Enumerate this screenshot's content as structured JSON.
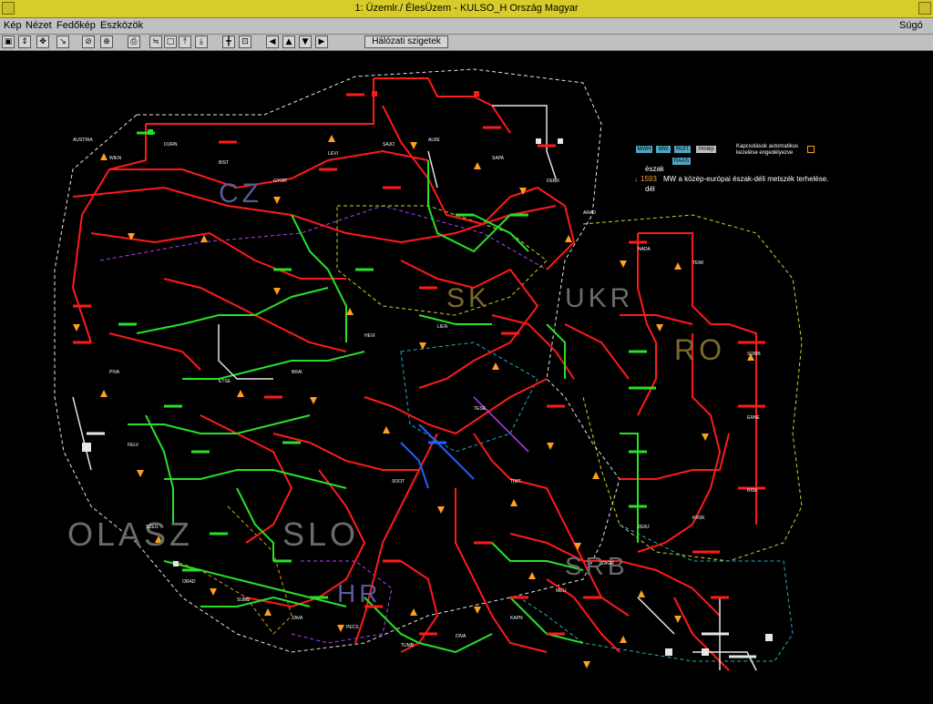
{
  "window": {
    "title": "1: Üzemlr./ ÉlesÜzem - KULSO_H  Ország  Magyar"
  },
  "menu": {
    "items": [
      "Kép",
      "Nézet",
      "Fedőkép",
      "Eszközök"
    ],
    "help": "Súgó"
  },
  "toolbar": {
    "island_button": "Hálózati szigetek"
  },
  "regions": [
    "OLASZ",
    "SLO",
    "HR",
    "SK",
    "UKR",
    "RO",
    "SRB",
    "CZ"
  ],
  "info_panel": {
    "buttons": [
      "MWH",
      "MW",
      "RUIT",
      "Hmlép",
      "RAAS"
    ],
    "checkbox_label_line1": "Kapcsolások automatikus",
    "checkbox_label_line2": "kezelése engedélyezve",
    "north_label": "észak",
    "flow_value": "1593",
    "flow_text": "MW  a közép-európai észak-déli metszék terhelése.",
    "south_label": "dél"
  },
  "substations": [
    "AUSTRIA",
    "WIEN",
    "DURN",
    "BIST",
    "GYOR",
    "LEVI",
    "SAJO",
    "ALBE",
    "SAPA",
    "DEBR",
    "ARAD",
    "NADA",
    "TEMI",
    "SOMB",
    "ERNE",
    "RISK",
    "KRSK",
    "ZERJ",
    "ZAGR",
    "MELI",
    "KAPN",
    "DIVA",
    "TUMB",
    "PECS",
    "ZAVA",
    "SUBO",
    "ORAD",
    "SZEG",
    "FELV",
    "PIVA",
    "ETSE",
    "BRAI",
    "HEVI",
    "LIEN",
    "TESE",
    "SOOT",
    "TIMT"
  ],
  "colors": {
    "line_red": "#ff1a1a",
    "line_green": "#28e028",
    "line_white": "#e6e6e6",
    "dashed_yellow": "#d8cc2a",
    "dashed_cyan": "#20b0c0",
    "dashed_magenta": "#b040ff",
    "flow_orange": "#ffa020",
    "title_bar": "#d8cc2a"
  }
}
